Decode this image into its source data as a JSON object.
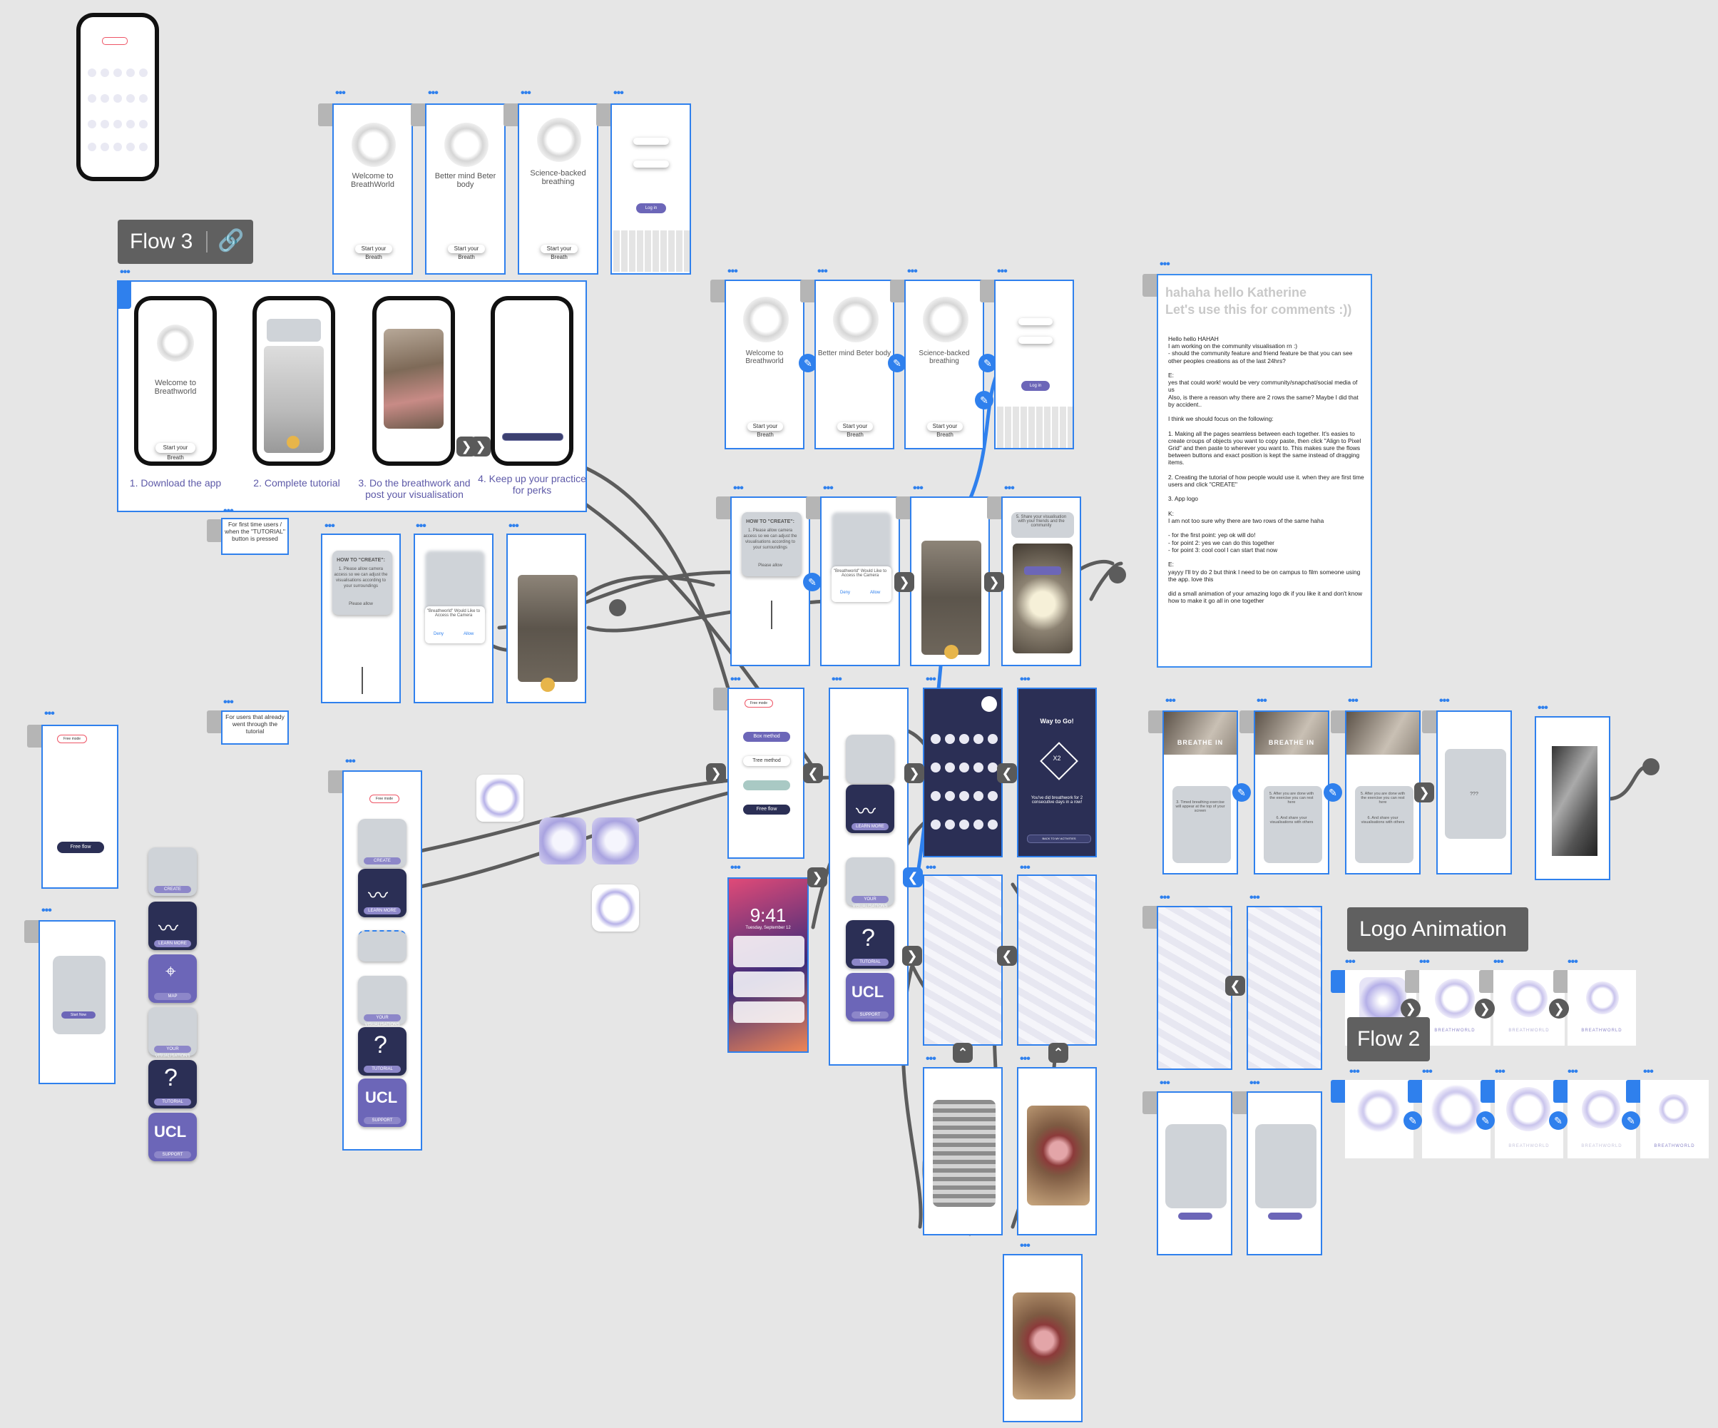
{
  "board": {
    "flow3_label": "Flow 3",
    "flow2_label": "Flow 2",
    "logo_anim_label": "Logo Animation",
    "note_first_time": "For first time users / when the \"TUTORIAL\" button is pressed",
    "note_already": "For users that already went through the tutorial"
  },
  "flow3": {
    "steps": [
      "1. Download the app",
      "2. Complete tutorial",
      "3. Do the breathwork and post your visualisation",
      "4. Keep up your practice for perks"
    ],
    "phone1_title": "Welcome to Breathworld",
    "phone4_title": "Way to Go!",
    "phone4_badge": "X2"
  },
  "onboarding": {
    "titles": [
      "Welcome to BreathWorld",
      "Better mind Beter body",
      "Science-backed breathing"
    ],
    "start_btn": "Start your Breath",
    "login_btn": "Log in"
  },
  "onboarding2": {
    "titles": [
      "Welcome to Breathworld",
      "Better mind Beter body",
      "Science-backed breathing"
    ]
  },
  "create_flow": {
    "how_to_title": "HOW TO \"CREATE\":",
    "how_to_body": "1. Please allow camera access so we can adjust the visualisations according to your surroundings",
    "please_allow": "Please allow",
    "dialog": "\"Breathworld\" Would Like to Access the Camera",
    "deny": "Deny",
    "allow": "Allow",
    "share_prompt": "5. Share your visualisation with your friends and the community"
  },
  "home": {
    "free_mode": "Free mode",
    "box_method": "Box method",
    "tree_method": "Tree method",
    "free_flow": "Free flow",
    "start_now": "Start Now"
  },
  "chips": [
    "CREATE",
    "LEARN MORE",
    "MAP",
    "YOUR VISUALISATIONS",
    "TUTORIAL",
    "SUPPORT"
  ],
  "ucl": "UCL",
  "lockscreen": {
    "time": "9:41",
    "date": "Tuesday, September 12"
  },
  "way_to_go": {
    "title": "Way to Go!",
    "badge": "X2",
    "body": "You've did breathwork for 2 consecutive days in a row!",
    "btn": "BACK TO MY ACTIVITIES"
  },
  "comments": {
    "heading": "hahaha hello Katherine\nLet's use this for comments :))",
    "lines": [
      "Hello hello HAHAH",
      "I am working on the community visualisation rn :)",
      "- should the community feature and friend feature be that you can see other peoples creations as of the last 24hrs?",
      "",
      "E:",
      "yes that could work! would be very community/snapchat/social media of us",
      "Also, is there a reason why there are 2 rows the same? Maybe I did that by accident..",
      "",
      "I think we should focus on the following:",
      "",
      "1. Making all the pages seamless between each together. It's easies to create croups of objects you want to copy paste, then click \"Align to Pixel Grid\" and then paste to wherever you want to. This makes sure the flows between buttons and exact position is kept the same instead of dragging items.",
      "",
      "2. Creating the tutorial of how people would use it. when they are first time users and click \"CREATE\"",
      "",
      "3. App logo",
      "",
      "K:",
      "I am not too sure why there are two rows of the same haha",
      "",
      "- for the first point: yep ok will do!",
      "- for point 2: yes we can do this together",
      "- for point 3: cool cool I can start that now",
      "",
      "E:",
      "yayyy I'll try do 2 but think I need to be on campus to film someone using the app. love this",
      "",
      "did a small animation of your amazing logo dk if you like it and don't know how to make it go all in one together"
    ]
  },
  "breathe": {
    "title": "BREATHE IN",
    "step5": "5. After you are done with the exercise you can rest here",
    "step6": "6. And share your visualisations with others",
    "intro": "3. Timed breathing exercise will appear at the top of your screen",
    "placeholder": "???"
  },
  "logo": {
    "wordmark": "BREATHWORLD"
  },
  "colors": {
    "accent": "#2f80ed",
    "navy": "#2b2f55",
    "purple": "#6c66b8",
    "connector": "#5a5a5a",
    "canvas": "#e6e6e6"
  }
}
